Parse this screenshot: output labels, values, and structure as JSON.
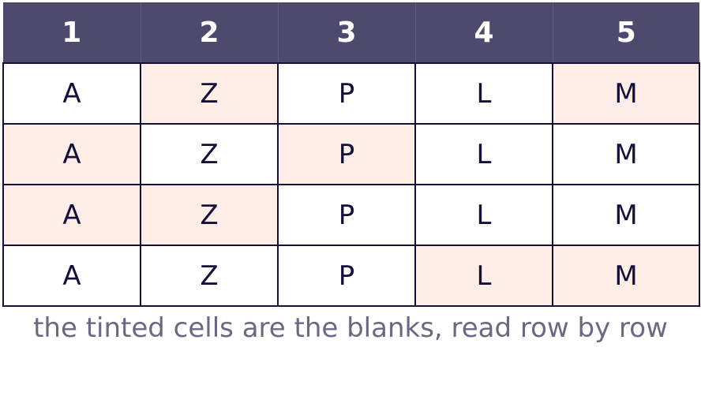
{
  "table": {
    "headers": [
      "1",
      "2",
      "3",
      "4",
      "5"
    ],
    "rows": [
      [
        {
          "text": "A",
          "blank": false
        },
        {
          "text": "Z",
          "blank": true
        },
        {
          "text": "P",
          "blank": false
        },
        {
          "text": "L",
          "blank": false
        },
        {
          "text": "M",
          "blank": true
        }
      ],
      [
        {
          "text": "A",
          "blank": true
        },
        {
          "text": "Z",
          "blank": false
        },
        {
          "text": "P",
          "blank": true
        },
        {
          "text": "L",
          "blank": false
        },
        {
          "text": "M",
          "blank": false
        }
      ],
      [
        {
          "text": "A",
          "blank": true
        },
        {
          "text": "Z",
          "blank": true
        },
        {
          "text": "P",
          "blank": false
        },
        {
          "text": "L",
          "blank": false
        },
        {
          "text": "M",
          "blank": false
        }
      ],
      [
        {
          "text": "A",
          "blank": false
        },
        {
          "text": "Z",
          "blank": false
        },
        {
          "text": "P",
          "blank": false
        },
        {
          "text": "L",
          "blank": true
        },
        {
          "text": "M",
          "blank": true
        }
      ]
    ]
  },
  "caption": "the tinted cells are the blanks, read row by row",
  "colors": {
    "header_bg": "#4e4a6e",
    "header_text": "#ffffff",
    "tint": "#ffede7",
    "border": "#14103a",
    "caption": "#6b6882"
  }
}
